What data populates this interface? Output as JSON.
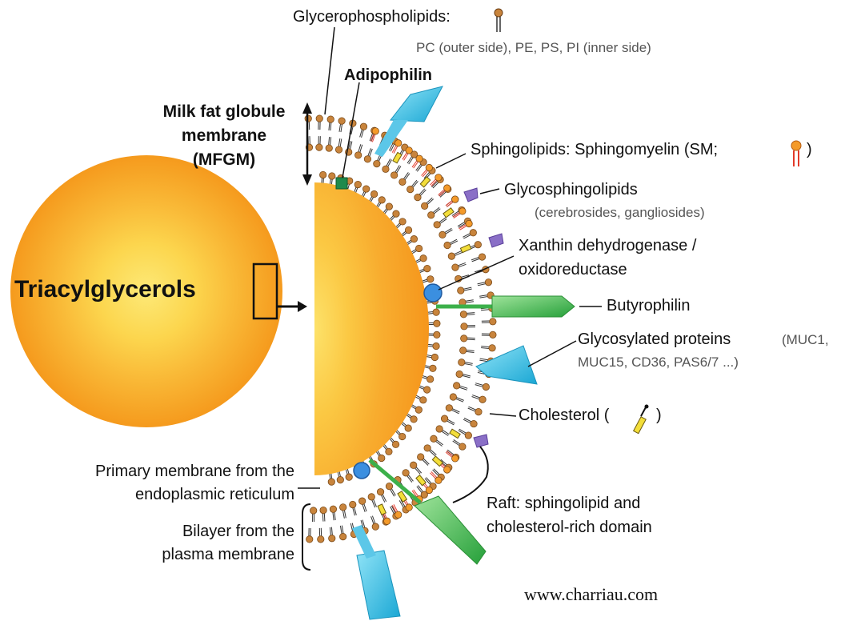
{
  "colors": {
    "core_outer": "#f6a21e",
    "core_inner": "#fce66a",
    "head_brown": "#c8843c",
    "head_orange": "#f49a2a",
    "protein_cyan": "#3fc3e6",
    "protein_green": "#43b44a",
    "glyco_purple": "#8a6fc7",
    "cholesterol_yellow": "#f3de3a",
    "xanthine_blue": "#3b8fe0",
    "adipophilin_green": "#1f8a4c"
  },
  "labels": {
    "glycerophospholipids": "Glycerophospholipids:",
    "glycerophospholipids_sub": "PC (outer side), PE, PS, PI (inner side)",
    "adipophilin": "Adipophilin",
    "mfgm_line1": "Milk fat globule",
    "mfgm_line2": "membrane",
    "mfgm_line3": "(MFGM)",
    "sphingolipids": "Sphingolipids: Sphingomyelin (SM;",
    "sphingolipids_close": ")",
    "glycosphingolipids": "Glycosphingolipids",
    "glycosphingolipids_sub": "(cerebrosides, gangliosides)",
    "xanthin_line1": "Xanthin dehydrogenase /",
    "xanthin_line2": "oxidoreductase",
    "butyrophilin": "Butyrophilin",
    "glycosylated_bold": "Glycosylated proteins",
    "glycosylated_sub1": "(MUC1,",
    "glycosylated_sub2": "MUC15, CD36, PAS6/7 ...)",
    "cholesterol": "Cholesterol (",
    "cholesterol_close": ")",
    "triacylglycerols": "Triacylglycerols",
    "primary_line1": "Primary membrane from the",
    "primary_line2": "endoplasmic reticulum",
    "bilayer_line1": "Bilayer from the",
    "bilayer_line2": "plasma membrane",
    "raft_line1": "Raft: sphingolipid and",
    "raft_line2": "cholesterol-rich domain",
    "website": "www.charriau.com"
  }
}
